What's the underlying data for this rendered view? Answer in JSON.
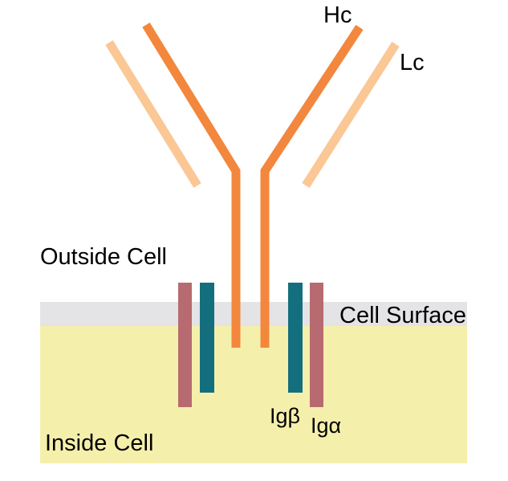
{
  "labels": {
    "hc": "Hc",
    "lc": "Lc",
    "outside_cell": "Outside Cell",
    "cell_surface": "Cell Surface",
    "inside_cell": "Inside Cell",
    "ig_beta": "Igβ",
    "ig_alpha": "Igα"
  },
  "colors": {
    "heavy_chain": "#F2873D",
    "light_chain": "#FAC795",
    "ig_beta_bar": "#136F7D",
    "ig_alpha_bar": "#B76B70",
    "membrane": "#E4E3E5",
    "cytoplasm": "#F5EFAC",
    "label_text": "#000000",
    "background": "#FFFFFF"
  }
}
